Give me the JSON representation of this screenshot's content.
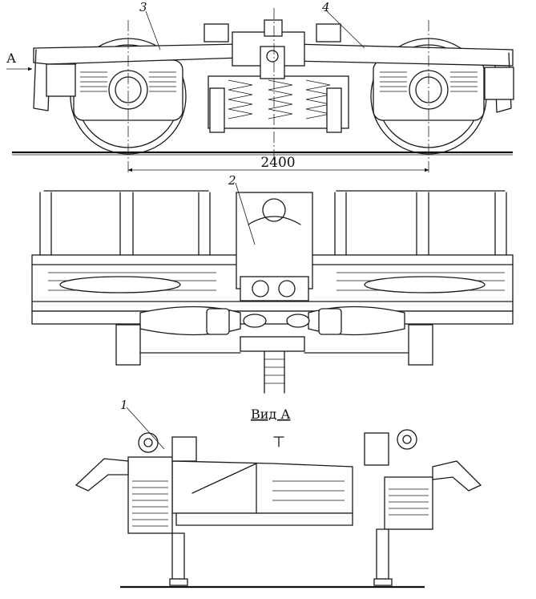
{
  "labels": {
    "callout_1": "1",
    "callout_2": "2",
    "callout_3": "3",
    "callout_4": "4",
    "view_arrow": "А",
    "view_title": "Вид А",
    "dimension": "2400"
  }
}
